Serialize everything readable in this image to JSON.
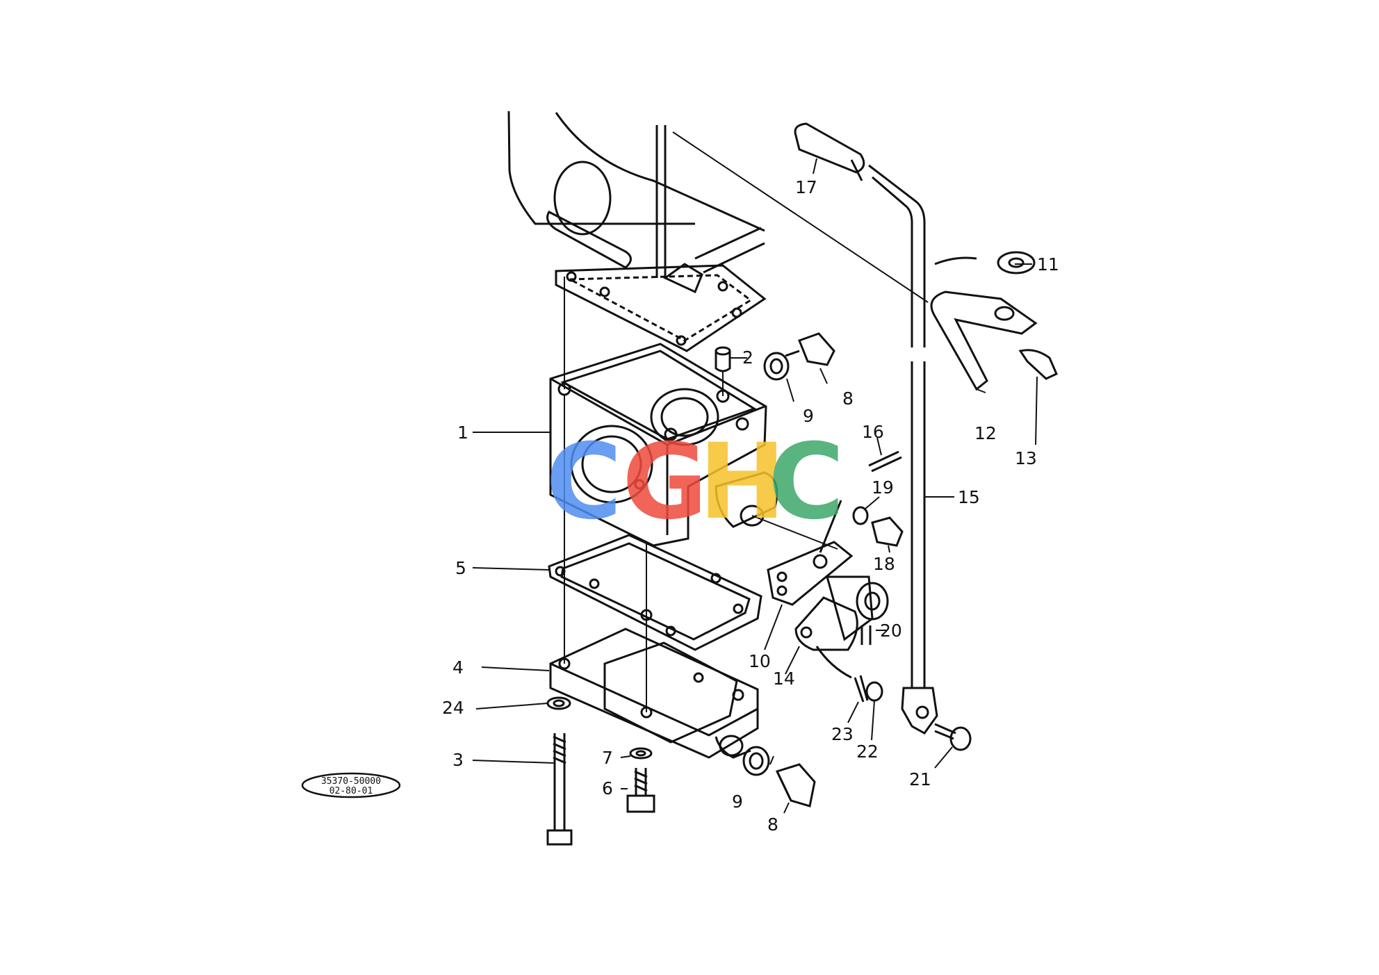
{
  "diagram": {
    "reference_code": {
      "line1": "35370-50000",
      "line2": "02-80-01"
    },
    "watermark": {
      "letters": [
        "C",
        "G",
        "H",
        "C"
      ],
      "colors": [
        "#4f8ef0",
        "#ef4a3c",
        "#f6c22a",
        "#3ea86a"
      ]
    },
    "callouts": {
      "p1": "1",
      "p2": "2",
      "p3": "3",
      "p4": "4",
      "p5": "5",
      "p6": "6",
      "p7": "7",
      "p8a": "8",
      "p8b": "8",
      "p9a": "9",
      "p9b": "9",
      "p10": "10",
      "p11": "11",
      "p12": "12",
      "p13": "13",
      "p14": "14",
      "p15": "15",
      "p16": "16",
      "p17": "17",
      "p18": "18",
      "p19": "19",
      "p20": "20",
      "p21": "21",
      "p22": "22",
      "p23": "23",
      "p24": "24"
    }
  }
}
